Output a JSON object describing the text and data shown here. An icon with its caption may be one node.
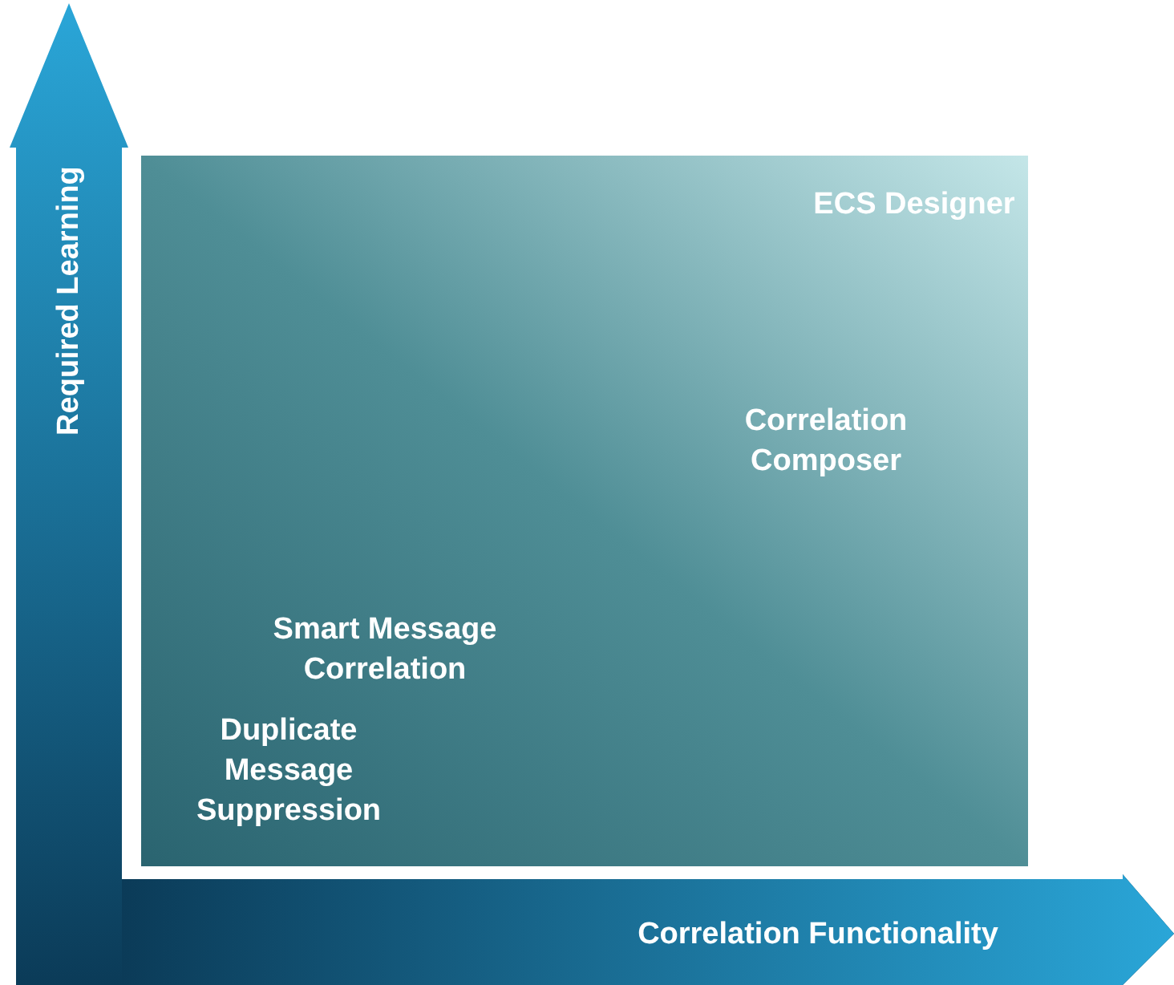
{
  "diagram": {
    "labels": [
      "Required Learning",
      "ECS Designer",
      "Correlation Composer",
      "Smart Message Correlation",
      "Duplicate Message Suppression",
      "Correlation Functionality"
    ]
  }
}
